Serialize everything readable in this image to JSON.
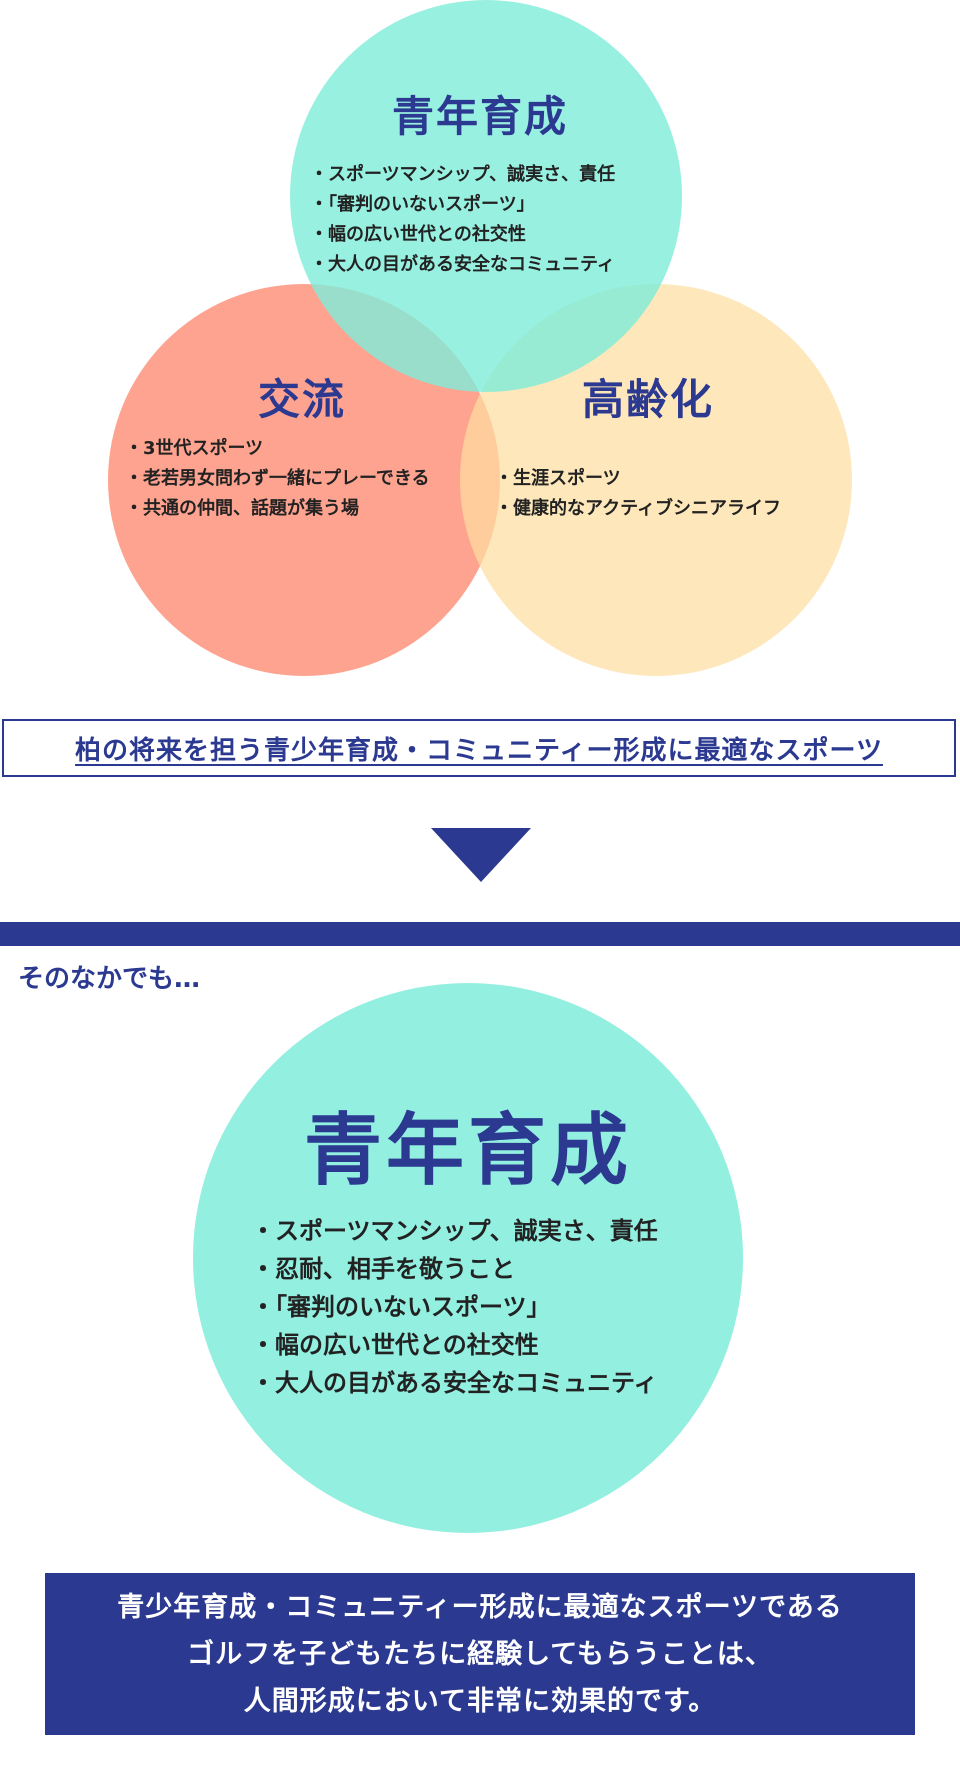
{
  "diagram": {
    "youth": {
      "title": "青年育成",
      "items": [
        "スポーツマンシップ、誠実さ、責任",
        "「審判のいないスポーツ」",
        "幅の広い世代との社交性",
        "大人の目がある安全なコミュニティ"
      ]
    },
    "exchange": {
      "title": "交流",
      "items": [
        "3世代スポーツ",
        "老若男女問わず一緒にプレーできる",
        "共通の仲間、話題が集う場"
      ]
    },
    "aging": {
      "title": "高齢化",
      "items": [
        "生涯スポーツ",
        "健康的なアクティブシニアライフ"
      ]
    }
  },
  "banner": "柏の将来を担う青少年育成・コミュニティー形成に最適なスポーツ",
  "lead": "そのなかでも…",
  "focus": {
    "title": "青年育成",
    "items": [
      "スポーツマンシップ、誠実さ、責任",
      "忍耐、相手を敬うこと",
      "「審判のいないスポーツ」",
      "幅の広い世代との社交性",
      "大人の目がある安全なコミュニティ"
    ]
  },
  "conclusion": [
    "青少年育成・コミュニティー形成に最適なスポーツである",
    "ゴルフを子どもたちに経験してもらうことは、",
    "人間形成において非常に効果的です。"
  ],
  "colors": {
    "navy": "#2b3990",
    "teal": "#93efe0",
    "coral": "#fd8064",
    "peach": "#fddea0"
  }
}
